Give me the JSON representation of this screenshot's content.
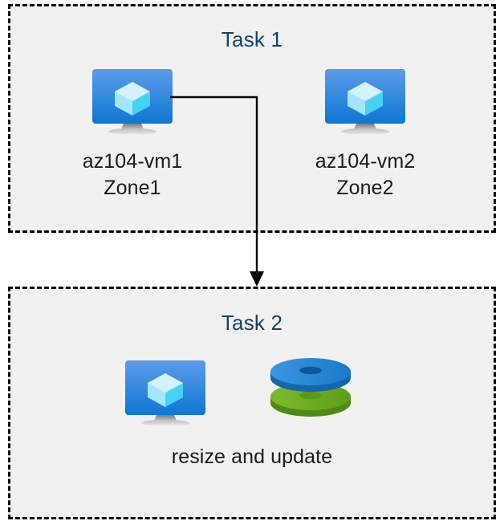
{
  "diagram": {
    "title": "Azure VM tasks diagram",
    "background_color": "#ffffff",
    "box_fill_color": "#f1f1f1",
    "box_border_color": "#000000",
    "title_color": "#12436b",
    "label_color": "#1b1b1b"
  },
  "task1": {
    "title": "Task 1",
    "nodes": [
      {
        "icon": "virtual-machine-icon",
        "label_line1": "az104-vm1",
        "label_line2": "Zone1"
      },
      {
        "icon": "virtual-machine-icon",
        "label_line1": "az104-vm2",
        "label_line2": "Zone2"
      }
    ]
  },
  "task2": {
    "title": "Task 2",
    "nodes": [
      {
        "icon": "virtual-machine-icon"
      },
      {
        "icon": "managed-disks-icon"
      }
    ],
    "caption": "resize and update"
  },
  "connector": {
    "from": "az104-vm1",
    "to": "Task 2",
    "style": "solid-elbow-arrow",
    "color": "#000000"
  },
  "colors": {
    "vm_screen_top": "#5a9ae8",
    "vm_screen_bottom": "#0f77d4",
    "vm_cube_top": "#c8f0fb",
    "vm_cube_left": "#9fe4f7",
    "vm_cube_right": "#45d2f5",
    "vm_stand": "#9a9a9a",
    "disk_blue": "#2e8ad8",
    "disk_blue_dark": "#1667a8",
    "disk_green": "#6cb024",
    "disk_green_dark": "#4e8a17"
  }
}
